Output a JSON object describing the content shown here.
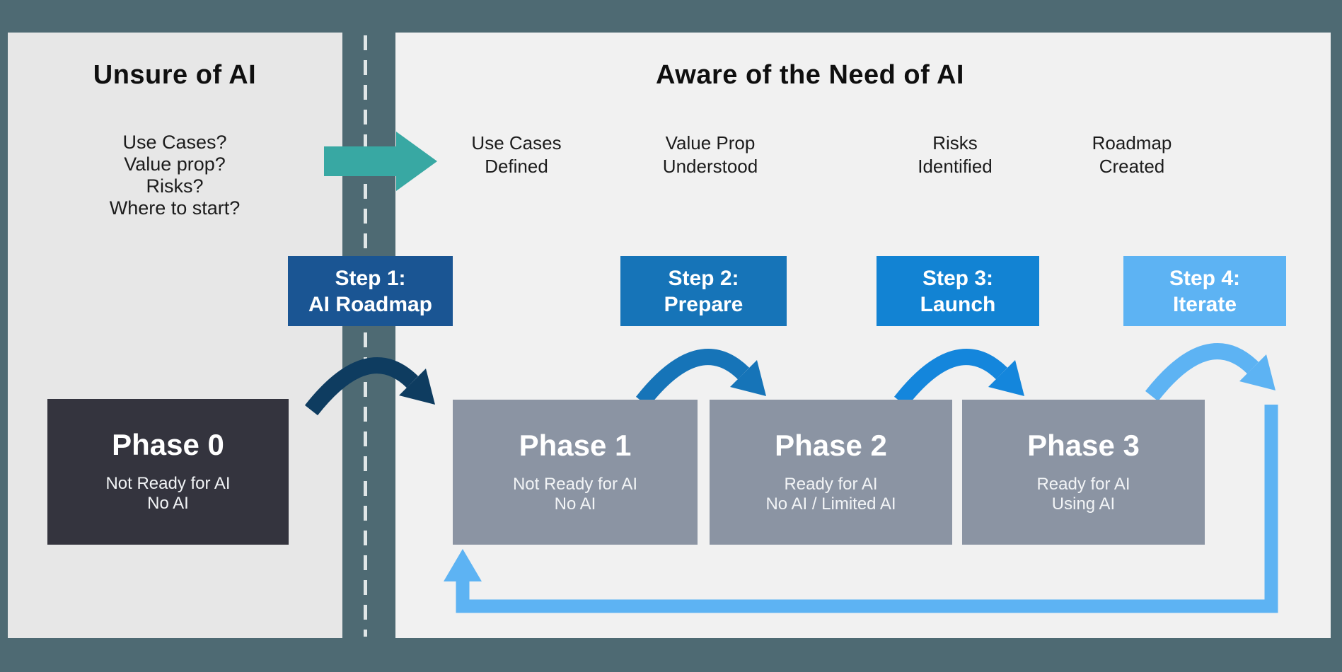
{
  "left_panel": {
    "title": "Unsure of AI",
    "questions": [
      "Use Cases?",
      "Value prop?",
      "Risks?",
      "Where to start?"
    ],
    "phase": {
      "title": "Phase 0",
      "line1": "Not Ready for AI",
      "line2": "No AI"
    }
  },
  "right_panel": {
    "title": "Aware of the Need of AI",
    "milestones": [
      {
        "line1": "Use Cases",
        "line2": "Defined"
      },
      {
        "line1": "Value Prop",
        "line2": "Understood"
      },
      {
        "line1": "Risks",
        "line2": "Identified"
      },
      {
        "line1": "Roadmap",
        "line2": "Created"
      }
    ],
    "phases": [
      {
        "title": "Phase 1",
        "line1": "Not Ready for AI",
        "line2": "No AI"
      },
      {
        "title": "Phase 2",
        "line1": "Ready for AI",
        "line2": "No AI / Limited AI"
      },
      {
        "title": "Phase 3",
        "line1": "Ready for AI",
        "line2": "Using AI"
      }
    ]
  },
  "steps": [
    {
      "line1": "Step 1:",
      "line2": "AI Roadmap"
    },
    {
      "line1": "Step 2:",
      "line2": "Prepare"
    },
    {
      "line1": "Step 3:",
      "line2": "Launch"
    },
    {
      "line1": "Step 4:",
      "line2": "Iterate"
    }
  ],
  "colors": {
    "bg": "#4e6a73",
    "panelLeft": "#e7e7e7",
    "panelRight": "#f1f1f1",
    "ink": "#0f0f0f",
    "ink2": "#1c1c1c",
    "teal": "#38a8a3",
    "navy": "#0e3c60",
    "step1": "#1a5593",
    "step2": "#1674b8",
    "step3": "#1283d3",
    "step4": "#5db3f3",
    "arch3": "#1486dc",
    "loop": "#5db3f3",
    "phase0": "#34343e",
    "phaseGray": "#8b94a3",
    "phaseSub": "#f2f4f6",
    "dash": "#e0e6e7"
  }
}
